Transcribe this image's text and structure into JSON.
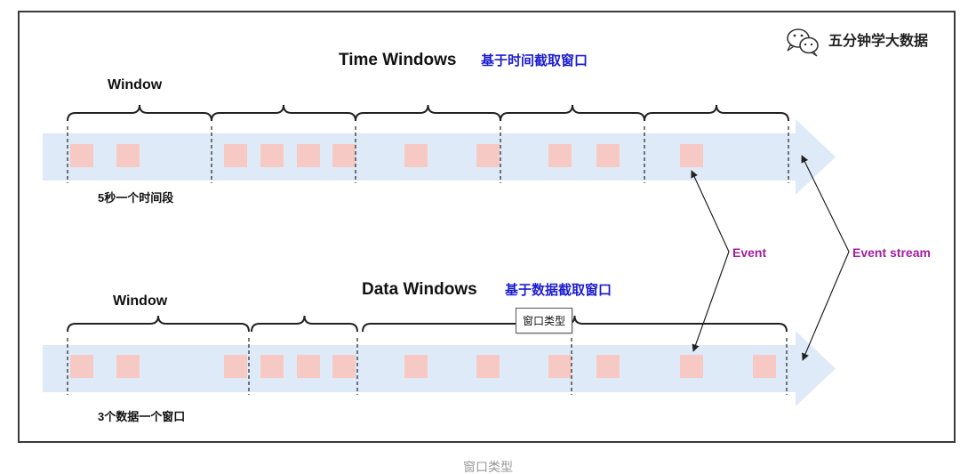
{
  "brand": {
    "text": "五分钟学大数据",
    "icon": "wechat-icon"
  },
  "time_windows": {
    "title": "Time Windows",
    "title_zh": "基于时间截取窗口",
    "window_label": "Window",
    "description": "5秒一个时间段"
  },
  "data_windows": {
    "title": "Data Windows",
    "title_zh": "基于数据截取窗口",
    "window_label": "Window",
    "description": "3个数据一个窗口"
  },
  "labels": {
    "event": "Event",
    "event_stream": "Event stream"
  },
  "tooltip": "窗口类型",
  "caption": "窗口类型",
  "colors": {
    "stream": "#dfeaf8",
    "event_box": "#f6c9c5",
    "title_zh": "#1d1dcf",
    "event_label": "#a01fa0"
  }
}
